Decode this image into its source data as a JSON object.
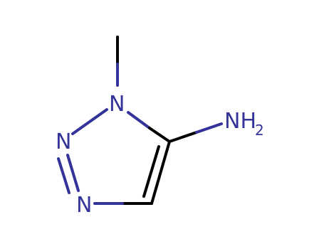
{
  "molecule": {
    "atoms": {
      "n1": "N",
      "n2": "N",
      "n3": "N",
      "nh2": "NH",
      "nh2_sub": "2"
    },
    "colors": {
      "carbon_bond": "#000000",
      "nitrogen": "#33339a",
      "background": "#ffffff"
    }
  }
}
